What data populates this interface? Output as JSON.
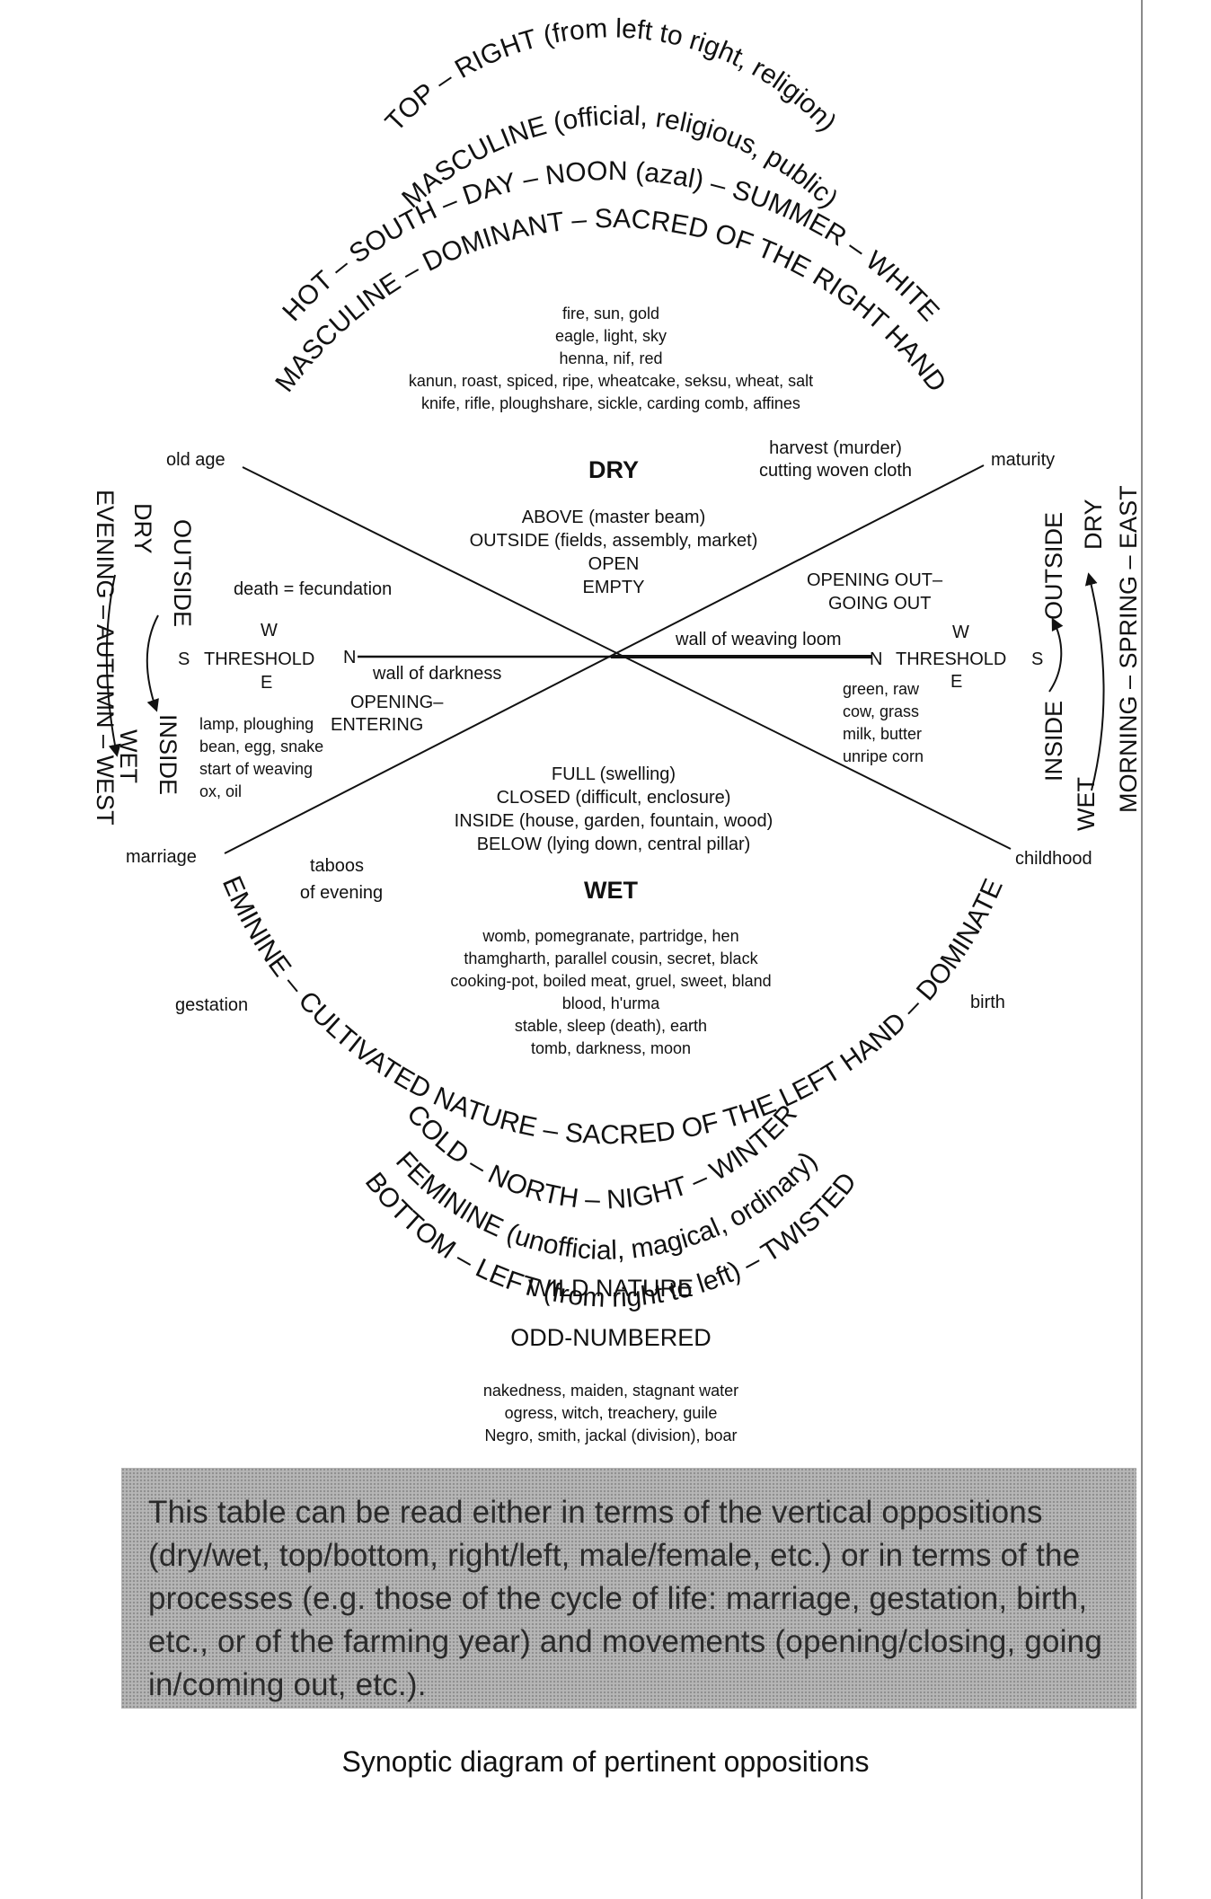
{
  "upper_arcs": [
    "TOP – RIGHT (from left to right, religion)",
    "MASCULINE (official, religious, public)",
    "HOT – SOUTH – DAY – NOON (azal) – SUMMER – WHITE",
    "MASCULINE – DOMINANT – SACRED OF THE RIGHT HAND"
  ],
  "lower_arcs": [
    "FEMININE – CULTIVATED NATURE – SACRED OF THE LEFT HAND – DOMINATED",
    "COLD – NORTH – NIGHT – WINTER",
    "FEMININE (unofficial, magical, ordinary)",
    "BOTTOM – LEFT (from right to left) – TWISTED"
  ],
  "top_items": [
    "fire, sun, gold",
    "eagle, light, sky",
    "henna, nif, red",
    "kanun, roast, spiced, ripe, wheatcake, seksu, wheat, salt",
    "knife, rifle, ploughshare, sickle, carding comb, affines"
  ],
  "corners": {
    "old_age": "old age",
    "maturity": "maturity",
    "marriage": "marriage",
    "childhood": "childhood",
    "gestation": "gestation",
    "birth": "birth"
  },
  "dry": {
    "title": "DRY",
    "lines": [
      "ABOVE (master beam)",
      "OUTSIDE (fields, assembly, market)",
      "OPEN",
      "EMPTY"
    ]
  },
  "wet": {
    "title": "WET",
    "lines": [
      "FULL (swelling)",
      "CLOSED (difficult, enclosure)",
      "INSIDE (house, garden, fountain, wood)",
      "BELOW (lying down, central pillar)"
    ],
    "items": [
      "womb, pomegranate, partridge, hen",
      "thamgharth, parallel cousin, secret, black",
      "cooking-pot, boiled meat, gruel, sweet, bland",
      "blood, h'urma",
      "stable, sleep (death), earth",
      "tomb, darkness, moon"
    ]
  },
  "harvest": [
    "harvest (murder)",
    "cutting woven cloth"
  ],
  "death": "death = fecundation",
  "left_threshold": {
    "w": "W",
    "s": "S",
    "label": "THRESHOLD",
    "n": "N",
    "e": "E",
    "wall": "wall of darkness",
    "opening": [
      "OPENING–",
      "ENTERING"
    ]
  },
  "right_threshold": {
    "w": "W",
    "n": "N",
    "label": "THRESHOLD",
    "s": "S",
    "e": "E",
    "wall": "wall of weaving loom",
    "opening": [
      "OPENING OUT–",
      "GOING OUT"
    ]
  },
  "left_items": [
    "lamp, ploughing",
    "bean, egg, snake",
    "start of weaving",
    "ox, oil"
  ],
  "right_items": [
    "green, raw",
    "cow, grass",
    "milk, butter",
    "unripe corn"
  ],
  "taboos": [
    "taboos",
    "of evening"
  ],
  "left_vertical": {
    "season": "EVENING – AUTUMN – WEST",
    "dry": "DRY",
    "outside": "OUTSIDE",
    "inside": "INSIDE",
    "wet": "WET"
  },
  "right_vertical": {
    "season": "MORNING – SPRING – EAST",
    "dry": "DRY",
    "outside": "OUTSIDE",
    "inside": "INSIDE",
    "wet": "WET"
  },
  "wild": "WILD NATURE",
  "odd": "ODD-NUMBERED",
  "bottom_items": [
    "nakedness, maiden, stagnant water",
    "ogress, witch, treachery, guile",
    "Negro, smith, jackal (division), boar"
  ],
  "note": "This table can be read either in terms of the vertical oppositions (dry/wet, top/bottom, right/left, male/female, etc.) or in terms of the processes (e.g. those of the cycle of life: marriage, gestation, birth, etc., or of the farming year) and movements (opening/closing, going in/coming out, etc.).",
  "caption": "Synoptic diagram of pertinent oppositions"
}
